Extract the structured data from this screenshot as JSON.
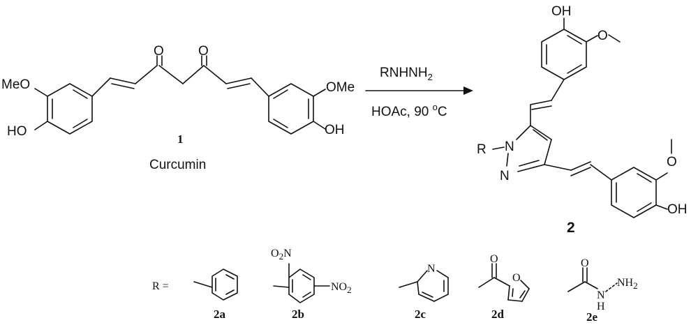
{
  "reactant": {
    "number": "1",
    "name": "Curcumin",
    "groups": {
      "left_methoxy": "MeO",
      "left_hydroxy": "HO",
      "right_methoxy": "OMe",
      "right_hydroxy": "OH",
      "carbonyl_o": "O"
    }
  },
  "reaction": {
    "reagent": "RNHNH",
    "reagent_sub": "2",
    "conditions": "HOAc, 90 ",
    "conditions_sup": "o",
    "conditions_unit": "C"
  },
  "product": {
    "number": "2",
    "r_group": "R",
    "n1": "N",
    "n2": "N",
    "top_hydroxy": "OH",
    "top_methoxy_o": "O",
    "bottom_methoxy_o": "O",
    "bottom_hydroxy": "OH"
  },
  "r_definitions": {
    "prefix": "R =",
    "items": [
      {
        "label": "2a"
      },
      {
        "label": "2b",
        "nitro_top": "O",
        "nitro_top_sub": "2",
        "nitro_top_n": "N",
        "nitro_right": "NO",
        "nitro_right_sub": "2"
      },
      {
        "label": "2c",
        "ring_n": "N"
      },
      {
        "label": "2d",
        "carbonyl_o": "O",
        "ring_o": "O"
      },
      {
        "label": "2e",
        "carbonyl_o": "O",
        "nh": "N",
        "nh_h": "H",
        "nh2": "NH",
        "nh2_sub": "2"
      }
    ]
  }
}
